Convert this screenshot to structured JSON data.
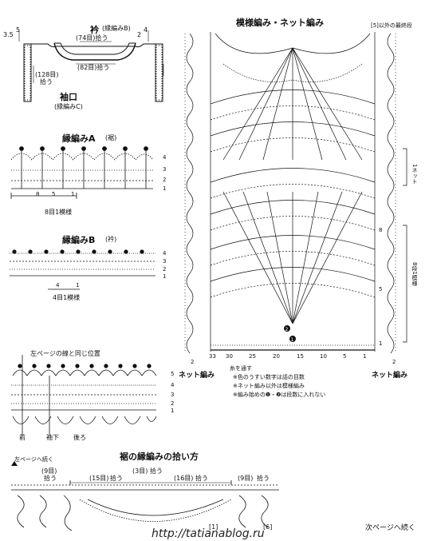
{
  "collar": {
    "title": "衿",
    "edging": "(縁編みB)",
    "pick_top": "(74目)拾う",
    "pick_bottom": "(82目)拾う",
    "left_num": "3.5",
    "left_rows": "5",
    "right_num": "2",
    "right_rows": "4"
  },
  "cuff": {
    "title": "袖口",
    "edging": "(縁編みC)",
    "pick": "(128目)",
    "pick2": "拾う"
  },
  "edge_a": {
    "title": "縁編みA",
    "sub": "(裾)",
    "rows": [
      "4",
      "3",
      "2",
      "1"
    ],
    "base_nums": [
      "8",
      "5",
      "1"
    ],
    "repeat": "8目1模様"
  },
  "edge_b": {
    "title": "縁編みB",
    "sub": "(衿)",
    "rows": [
      "4",
      "3",
      "2",
      "1"
    ],
    "base_nums": [
      "4",
      "1"
    ],
    "repeat": "4目1模様"
  },
  "edge_c": {
    "note": "左ページの線と同じ位置",
    "rows": [
      "5",
      "4",
      "3",
      "2",
      "1"
    ],
    "front": "前",
    "side": "袖下",
    "back": "後ろ"
  },
  "main": {
    "title": "模様編み・ネット編み",
    "top_right": "[5]以外の最終段",
    "net_label": "1ネット",
    "rep_label": "8段1模様",
    "row_nums": [
      "8",
      "5",
      "1"
    ],
    "bottom_nums": [
      "33",
      "30",
      "25",
      "20",
      "15",
      "10",
      "5",
      "1"
    ],
    "bottom_left": "2",
    "bottom_right": "2",
    "cont_note": "糸を通す",
    "net_left": "ネット編み",
    "net_right": "ネット編み",
    "notes": [
      "※色のうすい数字は話の目数",
      "※ネット編み以外は模様編み",
      "※編み始めの❶・❷は段数に入れない"
    ]
  },
  "hem": {
    "title": "裾の縁編みの拾い方",
    "cont_left": "左ページへ続く",
    "picks": [
      {
        "n": "(9目)",
        "t": "拾う"
      },
      {
        "n": "(15目)",
        "t": "拾う"
      },
      {
        "n": "(3目)",
        "t": "拾う"
      },
      {
        "n": "(16目)",
        "t": "拾う"
      },
      {
        "n": "(9目)",
        "t": "拾う"
      }
    ],
    "mark1": "[1]",
    "mark6": "[6]",
    "cont_right": "次ページへ続く"
  },
  "watermark": "http://tatianablog.ru"
}
